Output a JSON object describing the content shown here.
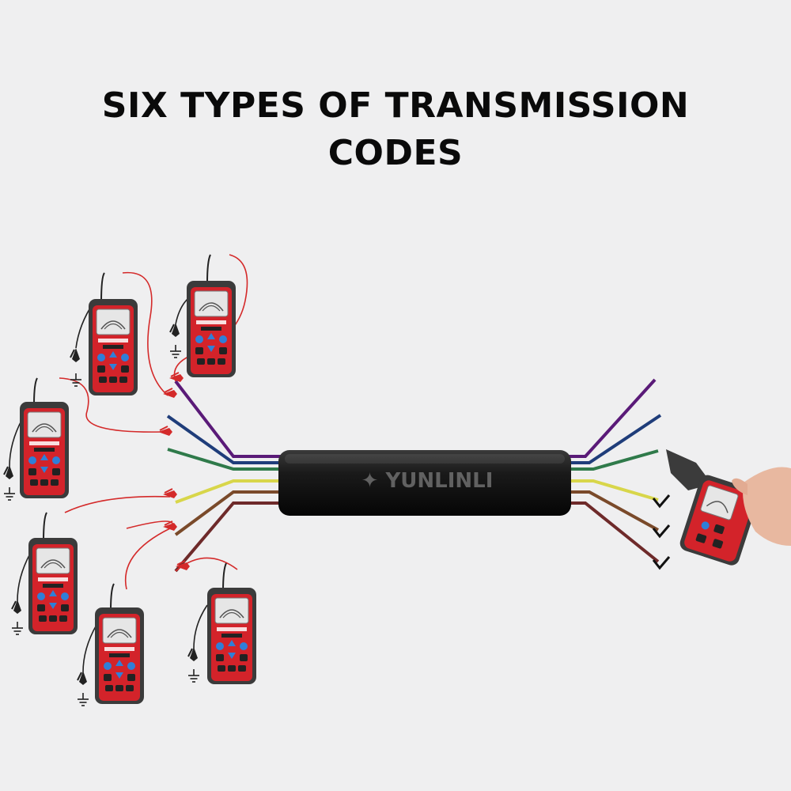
{
  "title": {
    "line1": "SIX TYPES OF TRANSMISSION",
    "line2": "CODES"
  },
  "cable": {
    "brand": "YUNLINLI",
    "wire_colors": [
      "#5a1a78",
      "#1f3d7a",
      "#2f7a4a",
      "#d8d64a",
      "#7a4a2a",
      "#6e2a2a"
    ]
  },
  "transmitters": {
    "count": 6,
    "body_color": "#d3232a",
    "frame_color": "#3b3b3b"
  },
  "receiver": {
    "body_color": "#d3232a"
  }
}
